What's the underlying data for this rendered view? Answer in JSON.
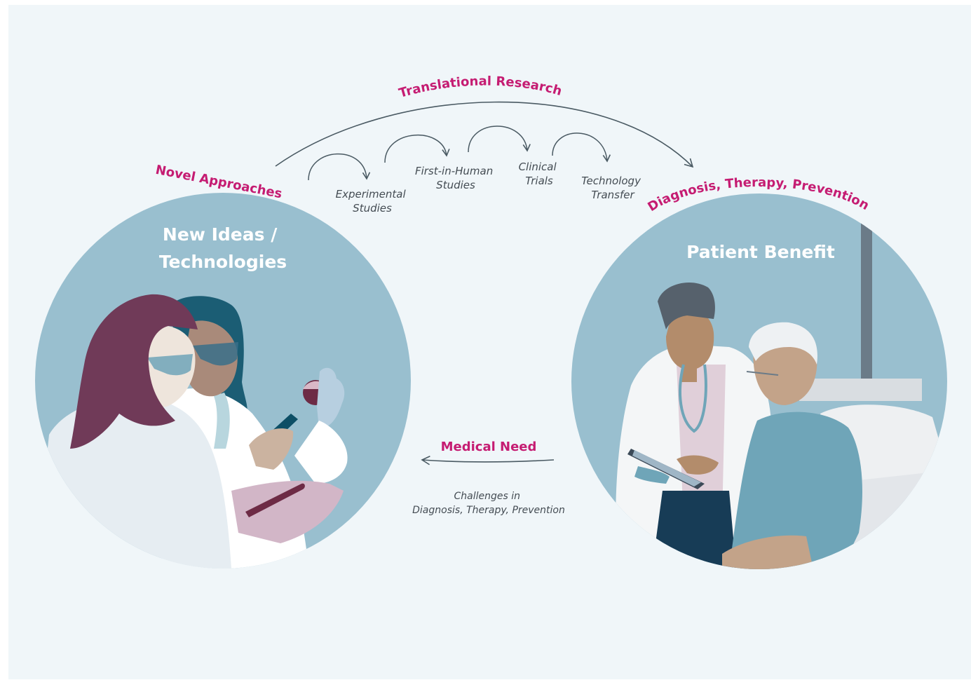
{
  "arc_label": "Translational Research",
  "left_label": "Novel Approaches",
  "right_label": "Diagnosis, Therapy, Prevention",
  "stages": [
    {
      "line1": "Experimental",
      "line2": "Studies"
    },
    {
      "line1": "First-in-Human",
      "line2": "Studies"
    },
    {
      "line1": "Clinical",
      "line2": "Trials"
    },
    {
      "line1": "Technology",
      "line2": "Transfer"
    }
  ],
  "left_circle": {
    "title_line1": "New Ideas /",
    "title_line2": "Technologies",
    "illustration": "researchers-in-lab"
  },
  "right_circle": {
    "title": "Patient Benefit",
    "illustration": "doctor-with-patient"
  },
  "feedback": {
    "label": "Medical Need",
    "sub_line1": "Challenges in",
    "sub_line2": "Diagnosis, Therapy, Prevention"
  },
  "colors": {
    "accent": "#c51c72",
    "circle_fill": "#99bfcf",
    "background": "#f0f6f9",
    "arrow": "#4a5a63"
  }
}
